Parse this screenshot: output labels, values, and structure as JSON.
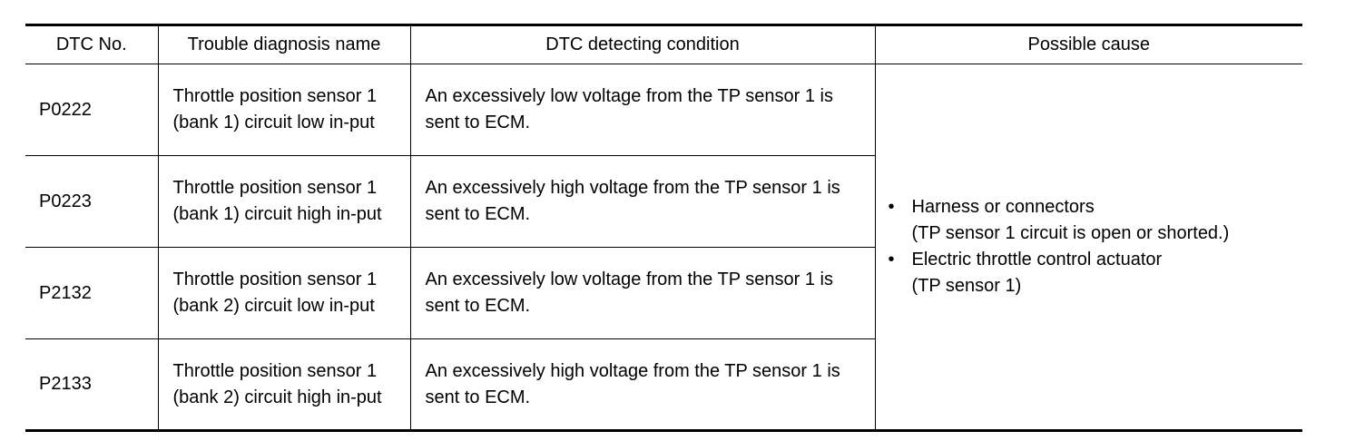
{
  "header": {
    "dtc_no": "DTC No.",
    "diagnosis_name": "Trouble diagnosis name",
    "detecting_condition": "DTC detecting condition",
    "possible_cause": "Possible cause"
  },
  "rows": [
    {
      "code": "P0222",
      "name": "Throttle position sensor 1 (bank 1) circuit low in-put",
      "condition": "An excessively low voltage from the TP sensor 1 is sent to ECM."
    },
    {
      "code": "P0223",
      "name": "Throttle position sensor 1 (bank 1) circuit high in-put",
      "condition": "An excessively high voltage from the TP sensor 1 is sent to ECM."
    },
    {
      "code": "P2132",
      "name": "Throttle position sensor 1 (bank 2) circuit low in-put",
      "condition": "An excessively low voltage from the TP sensor 1 is sent to ECM."
    },
    {
      "code": "P2133",
      "name": "Throttle position sensor 1 (bank 2) circuit high in-put",
      "condition": "An excessively high voltage from the TP sensor 1 is sent to ECM."
    }
  ],
  "possible_cause": {
    "bullet": "•",
    "items": [
      {
        "line1": "Harness or connectors",
        "line2": "(TP sensor 1 circuit is open or shorted.)"
      },
      {
        "line1": "Electric throttle control actuator",
        "line2": "(TP sensor 1)"
      }
    ]
  }
}
